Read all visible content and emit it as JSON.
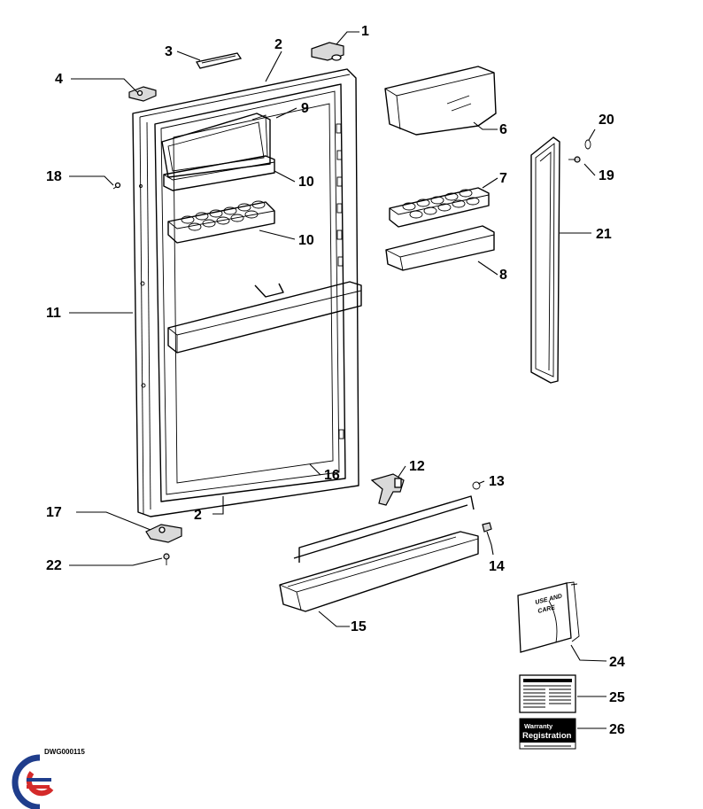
{
  "diagram": {
    "drawing_code": "DWG000115",
    "parts": [
      {
        "id": "1",
        "label": "1"
      },
      {
        "id": "2",
        "label": "2"
      },
      {
        "id": "3",
        "label": "3"
      },
      {
        "id": "4",
        "label": "4"
      },
      {
        "id": "6",
        "label": "6"
      },
      {
        "id": "7",
        "label": "7"
      },
      {
        "id": "8",
        "label": "8"
      },
      {
        "id": "9",
        "label": "9"
      },
      {
        "id": "10",
        "label": "10"
      },
      {
        "id": "11",
        "label": "11"
      },
      {
        "id": "12",
        "label": "12"
      },
      {
        "id": "13",
        "label": "13"
      },
      {
        "id": "14",
        "label": "14"
      },
      {
        "id": "15",
        "label": "15"
      },
      {
        "id": "16",
        "label": "16"
      },
      {
        "id": "17",
        "label": "17"
      },
      {
        "id": "18",
        "label": "18"
      },
      {
        "id": "19",
        "label": "19"
      },
      {
        "id": "20",
        "label": "20"
      },
      {
        "id": "21",
        "label": "21"
      },
      {
        "id": "22",
        "label": "22"
      },
      {
        "id": "24",
        "label": "24"
      },
      {
        "id": "25",
        "label": "25"
      },
      {
        "id": "26",
        "label": "26"
      }
    ],
    "extra_labels": {
      "label_2_bottom": "2",
      "label_10_lower": "10"
    },
    "manual_text": {
      "line1": "USE AND",
      "line2": "CARE"
    },
    "warranty_text": {
      "line1": "Warranty",
      "line2": "Registration"
    },
    "logo_colors": {
      "blue": "#1f3d8c",
      "red": "#d42a2a"
    }
  }
}
